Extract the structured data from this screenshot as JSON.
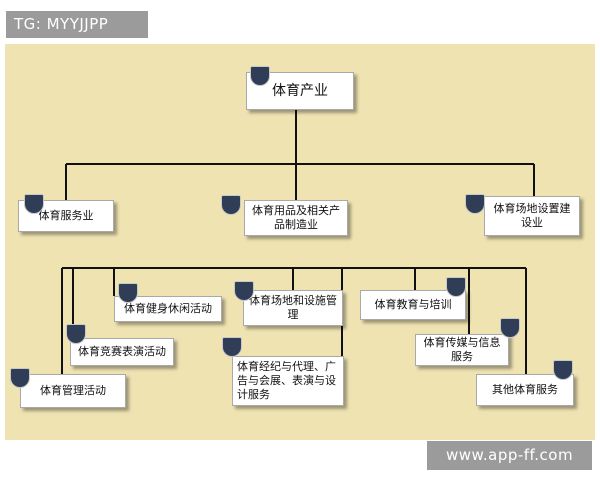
{
  "header_tag": "TG: MYYJJPP",
  "watermark": "www.app-ff.com",
  "diagram": {
    "root": "体育产业",
    "level1": {
      "left": "体育服务业",
      "center": "体育用品及相关产品制造业",
      "right": "体育场地设置建设业"
    },
    "level2": {
      "fitness": "体育健身休闲活动",
      "venue": "体育场地和设施管理",
      "education": "体育教育与培训",
      "competition": "体育竞赛表演活动",
      "media": "体育传媒与信息服务",
      "agency": "体育经纪与代理、广告与会展、表演与设计服务",
      "management": "体育管理活动",
      "other": "其他体育服务"
    }
  },
  "colors": {
    "panel": "#efe3b2",
    "badge": "#2f3d56",
    "tag_bg": "#9b9b9b"
  }
}
